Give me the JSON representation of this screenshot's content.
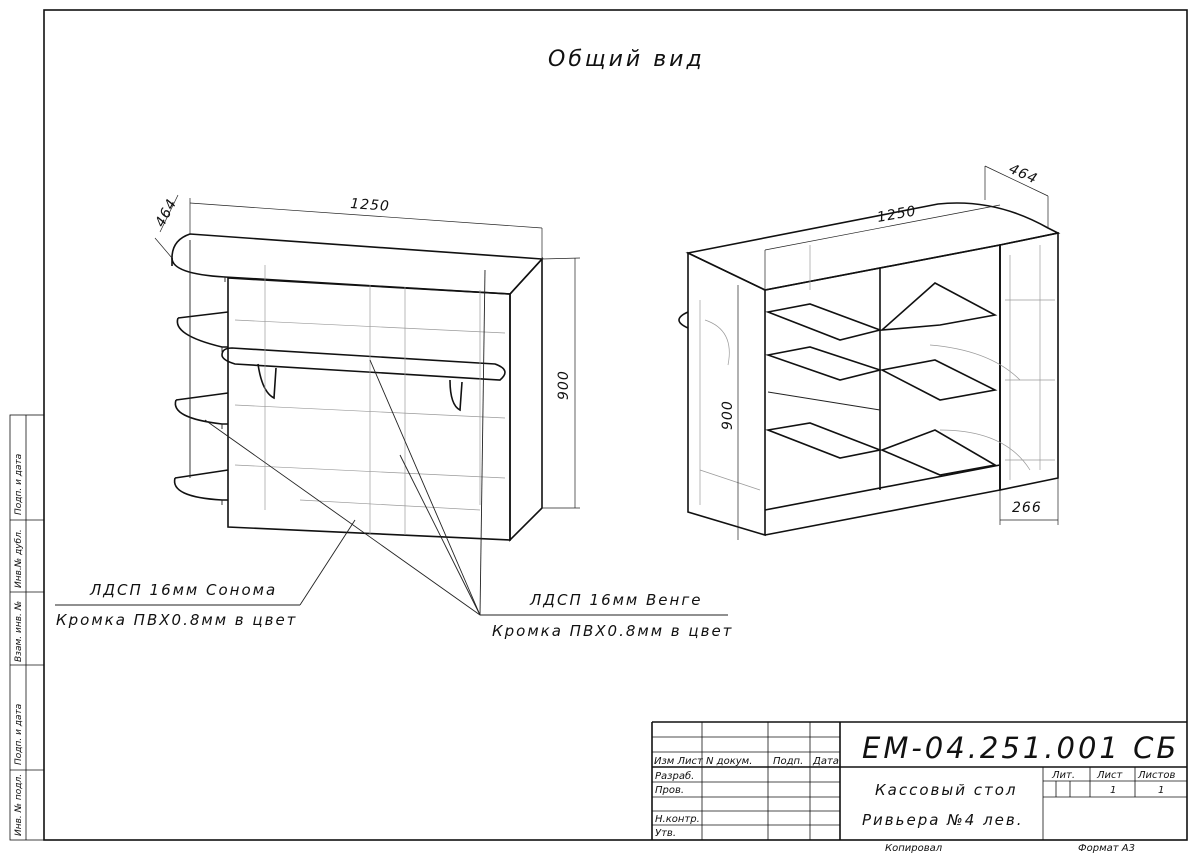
{
  "drawing": {
    "title": "Общий вид",
    "dimensions": {
      "left_depth": "464",
      "left_width": "1250",
      "left_height": "900",
      "right_depth": "464",
      "right_width": "1250",
      "right_height": "900",
      "right_section": "266"
    },
    "callouts": {
      "left_material": "ЛДСП 16мм Сонома",
      "left_edge": "Кромка ПВХ0.8мм в цвет",
      "right_material": "ЛДСП 16мм Венге",
      "right_edge": "Кромка ПВХ0.8мм в цвет"
    }
  },
  "stamp": {
    "code": "ЕМ-04.251.001 СБ",
    "name_line1": "Кассовый стол",
    "name_line2": "Ривьера №4 лев.",
    "headers": {
      "izm_list": "Изм Лист",
      "n_dokum": "N докум.",
      "podp": "Подп.",
      "data": "Дата"
    },
    "rows": [
      "Разраб.",
      "Пров.",
      "Н.контр.",
      "Утв."
    ],
    "lit_label": "Лит.",
    "list_label": "Лист",
    "listov_label": "Листов",
    "list_value": "1",
    "listov_value": "1",
    "copied": "Копировал",
    "format": "Формат А3"
  },
  "side_strip": [
    "Подп. и дата",
    "Инв.№ дубл.",
    "Взам. инв. №",
    "Подп. и дата",
    "Инв. № подл."
  ]
}
